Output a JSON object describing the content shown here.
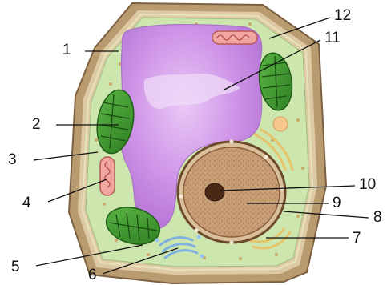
{
  "callouts": [
    {
      "id": "1",
      "label": "1"
    },
    {
      "id": "2",
      "label": "2"
    },
    {
      "id": "3",
      "label": "3"
    },
    {
      "id": "4",
      "label": "4"
    },
    {
      "id": "5",
      "label": "5"
    },
    {
      "id": "6",
      "label": "6"
    },
    {
      "id": "7",
      "label": "7"
    },
    {
      "id": "8",
      "label": "8"
    },
    {
      "id": "9",
      "label": "9"
    },
    {
      "id": "10",
      "label": "10"
    },
    {
      "id": "11",
      "label": "11"
    },
    {
      "id": "12",
      "label": "12"
    }
  ],
  "colors": {
    "cell_wall": "#b89a6e",
    "cell_wall_edge": "#8a6d48",
    "cytoplasm": "#cfe6b0",
    "vacuole": "#c98de6",
    "nucleus": "#c69a72",
    "nucleolus": "#4a2a18",
    "chloroplast": "#3f9a2e",
    "mitochondrion": "#f1a3a0",
    "golgi": "#9cc3e8",
    "er": "#f0d78a"
  }
}
